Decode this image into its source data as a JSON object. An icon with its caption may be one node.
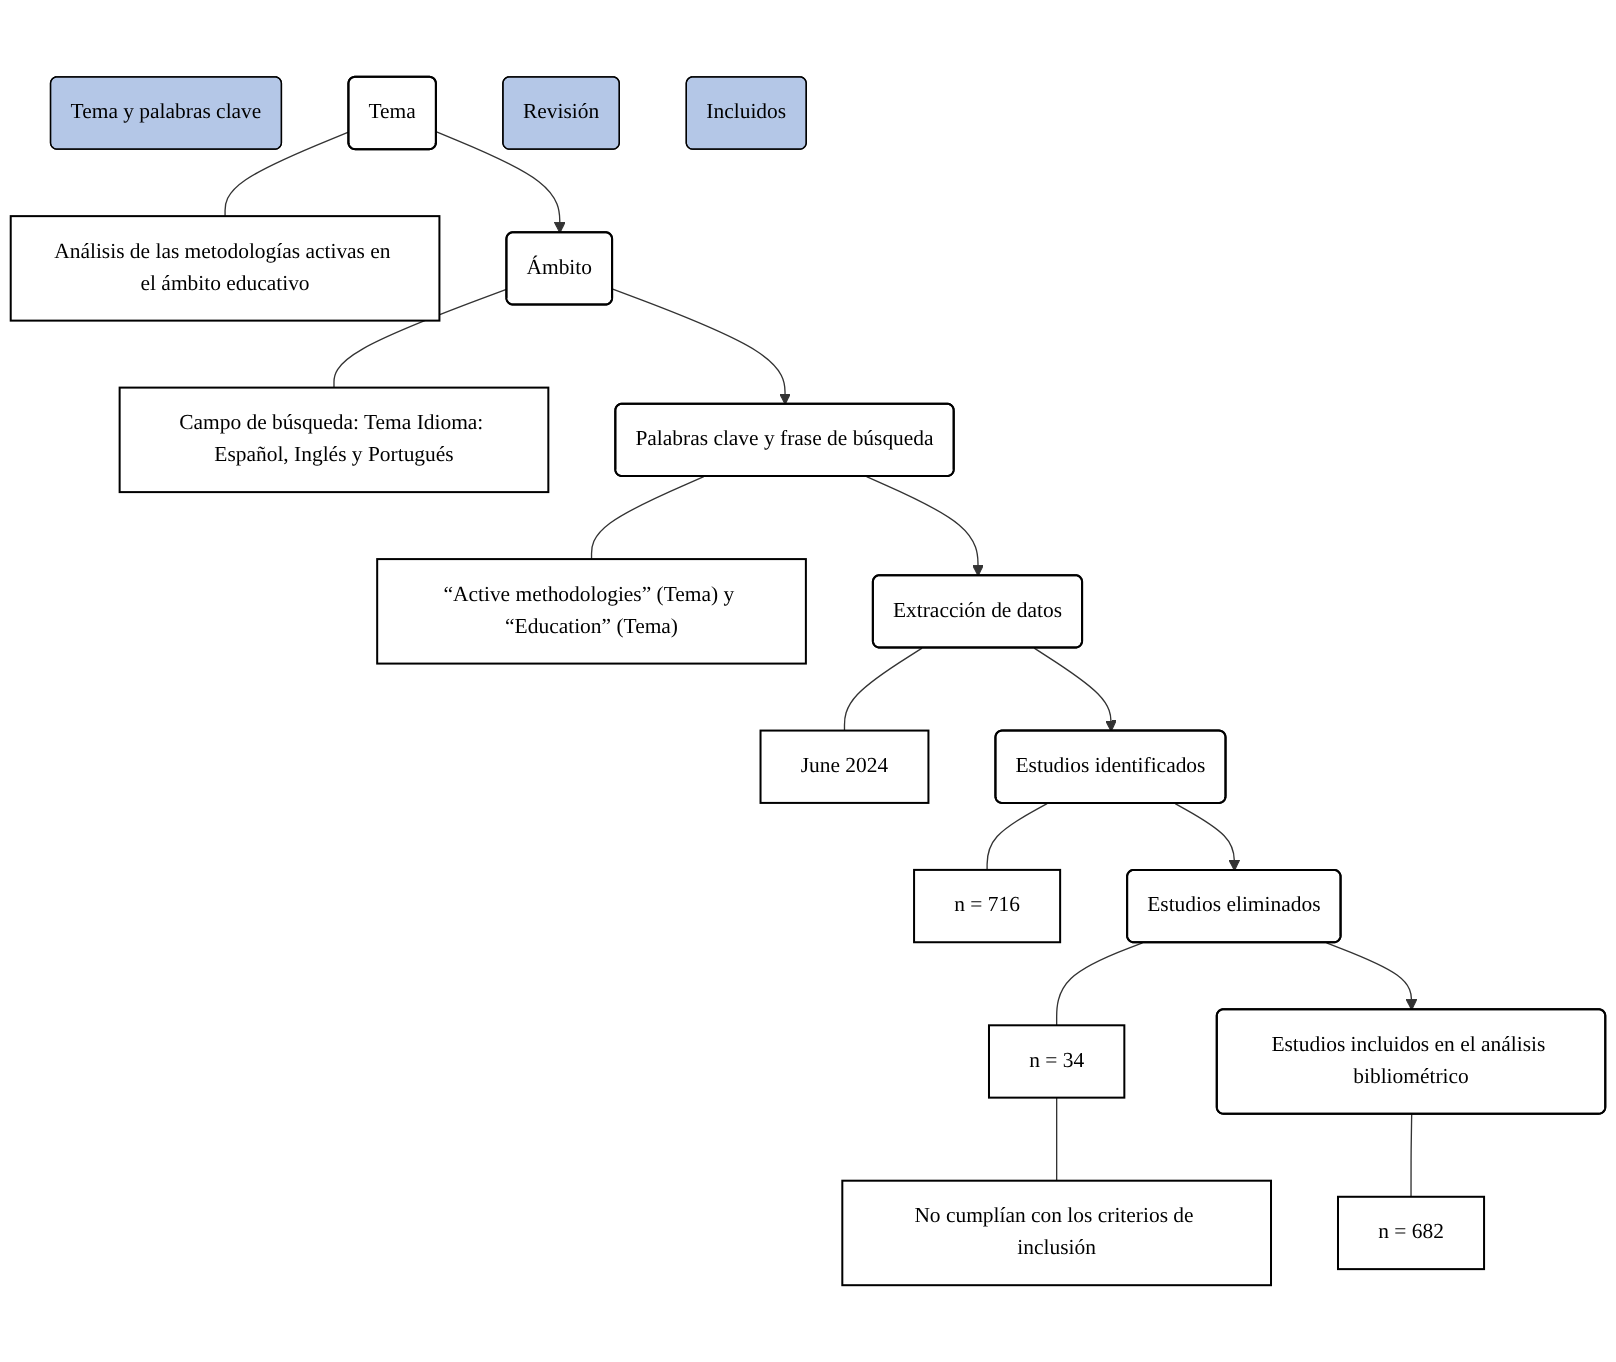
{
  "diagram": {
    "nodes": [
      {
        "text": [
          "Tema y palabras clave"
        ]
      },
      {
        "text": [
          "Tema"
        ]
      },
      {
        "text": [
          "Análisis de las metodologías activas en el ámbito educativo"
        ]
      },
      {
        "text": [
          "Ámbito"
        ]
      },
      {
        "text": [
          "Campo de búsqueda: Tema Idioma: Español, Inglés y Portugués"
        ]
      },
      {
        "text": [
          "Palabras clave y frase de búsqueda"
        ]
      },
      {
        "text": [
          "“Active methodologies” (Tema) y “Education” (Tema)"
        ]
      },
      {
        "text": [
          "Extracción de datos"
        ]
      },
      {
        "text": [
          "June 2024"
        ]
      },
      {
        "text": [
          "Revisión"
        ]
      },
      {
        "text": [
          "Estudios identificados"
        ]
      },
      {
        "text": [
          "n = 716"
        ]
      },
      {
        "text": [
          "Estudios eliminados"
        ]
      },
      {
        "text": [
          "n = 34"
        ]
      },
      {
        "text": [
          "No cumplían con los criterios de inclusión"
        ]
      },
      {
        "text": [
          "Incluidos"
        ]
      },
      {
        "text": [
          "Estudios incluidos en el análisis bibliométrico"
        ]
      },
      {
        "text": [
          "n = 682"
        ]
      }
    ],
    "edges": [
      {
        "from": 1,
        "to": 2,
        "arrow": "none"
      },
      {
        "from": 1,
        "to": 3,
        "arrow": "to"
      },
      {
        "from": 3,
        "to": 4,
        "arrow": "none"
      },
      {
        "from": 3,
        "to": 5,
        "arrow": "to"
      },
      {
        "from": 5,
        "to": 6,
        "arrow": "none"
      },
      {
        "from": 5,
        "to": 7,
        "arrow": "to"
      },
      {
        "from": 7,
        "to": 8,
        "arrow": "none"
      },
      {
        "from": 7,
        "to": 10,
        "arrow": "to"
      },
      {
        "from": 10,
        "to": 11,
        "arrow": "none"
      },
      {
        "from": 10,
        "to": 12,
        "arrow": "to"
      },
      {
        "from": 12,
        "to": 13,
        "arrow": "none"
      },
      {
        "from": 13,
        "to": 14,
        "arrow": "none"
      },
      {
        "from": 12,
        "to": 16,
        "arrow": "to"
      },
      {
        "from": 16,
        "to": 17,
        "arrow": "none"
      }
    ]
  }
}
